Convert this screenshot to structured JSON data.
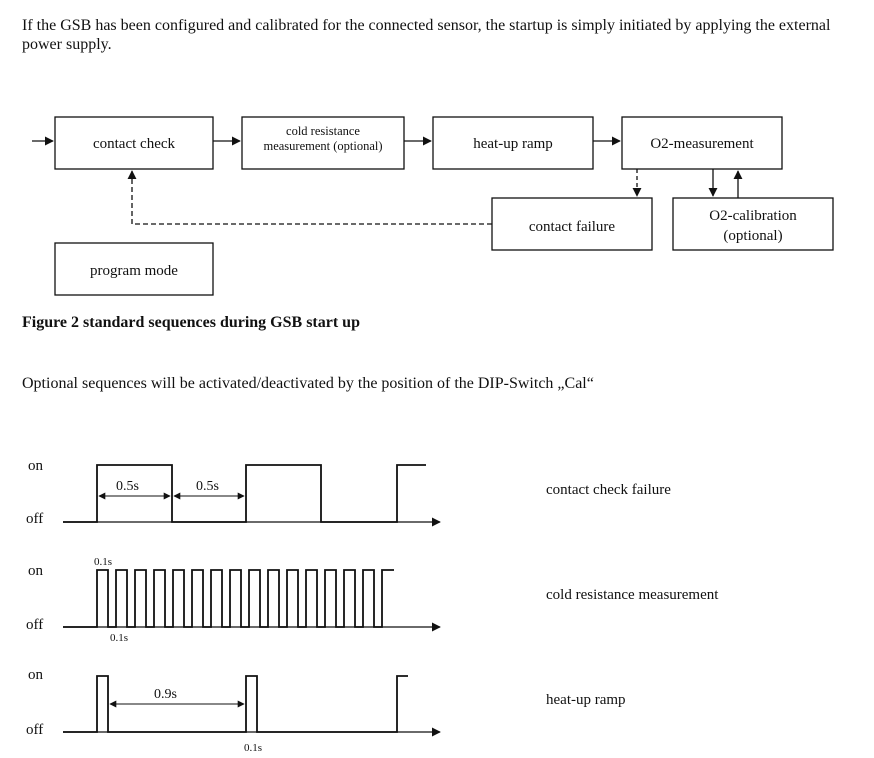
{
  "intro": "If the GSB has been configured and calibrated for the connected sensor, the startup is simply initiated by applying the external power supply.",
  "flow": {
    "contact_check": "contact check",
    "cold_resistance_1": "cold resistance",
    "cold_resistance_2": "measurement (optional)",
    "heat_up_ramp": "heat-up ramp",
    "o2_measurement": "O2-measurement",
    "contact_failure": "contact failure",
    "o2_calibration_1": "O2-calibration",
    "o2_calibration_2": "(optional)",
    "program_mode": "program mode"
  },
  "caption": "Figure 2  standard sequences during GSB start up",
  "optional_text": "Optional sequences will be activated/deactivated by the position of the DIP-Switch „Cal“",
  "timing": {
    "on": "on",
    "off": "off",
    "contact_check_failure": "contact check failure",
    "cold_resistance_measurement": "cold resistance measurement",
    "heat_up_ramp": "heat-up ramp",
    "t_05a": "0.5s",
    "t_05b": "0.5s",
    "t_01_top": "0.1s",
    "t_01_bottom": "0.1s",
    "t_09": "0.9s",
    "t_01_heat": "0.1s"
  }
}
